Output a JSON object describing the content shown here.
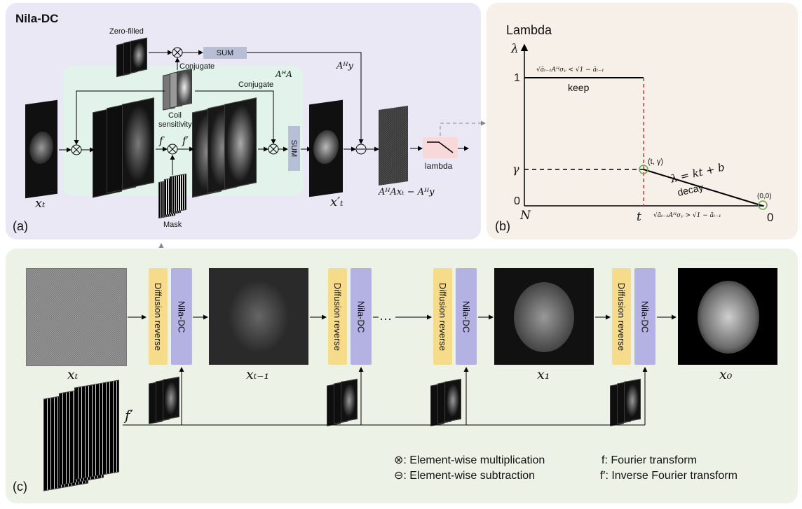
{
  "panels": {
    "a": {
      "label": "(a)",
      "title": "Nila-DC"
    },
    "b": {
      "label": "(b)"
    },
    "c": {
      "label": "(c)"
    }
  },
  "panel_a": {
    "zero_filled": "Zero-filled",
    "sum": "SUM",
    "conjugate": "Conjugate",
    "conjugate2": "Conjugate",
    "coil_sensitivity_1": "Coil",
    "coil_sensitivity_2": "sensitivity",
    "aha": "AᴴA",
    "ahy": "Aᴴy",
    "mask": "Mask",
    "f": "f",
    "f_prime": "f′",
    "sum_vertical": "SUM",
    "lambda": "lambda",
    "x_t": "xₜ",
    "x_prime_t": "x′ₜ",
    "residual": "AᴴAxₜ − Aᴴy"
  },
  "panel_b": {
    "title": "Lambda",
    "y_axis_symbol": "λ",
    "tick_1": "1",
    "tick_gamma": "γ",
    "tick_0": "0",
    "x_N": "N",
    "x_t": "t",
    "x_0": "0",
    "keep": "keep",
    "decay": "decay",
    "equation": "λ = kt + b",
    "point_t_gamma": "(t, γ)",
    "point_origin": "(0,0)",
    "cond_keep": "√āₜ₋₁Aᴴσᵧ < √1 − āₜ₋₁",
    "cond_decay": "√āₜ₋₁Aᴴσᵧ > √1 − āₜ₋₁"
  },
  "panel_c": {
    "diffusion_reverse": "Diffusion reverse",
    "nila_dc": "Nila-DC",
    "x_t": "xₜ",
    "x_t_minus_1": "xₜ₋₁",
    "x_1": "x₁",
    "x_0": "x₀",
    "f_prime": "f′",
    "ellipsis": "···"
  },
  "legend": {
    "mult": "⊗: Element-wise multiplication",
    "sub": "⊖:  Element-wise subtraction",
    "fourier": "f: Fourier transform",
    "inv_fourier": "f′: Inverse Fourier transform"
  },
  "colors": {
    "panel_a_bg": "#ebe8f6",
    "panel_b_bg": "#f7f0e8",
    "panel_c_bg": "#ecf3e6",
    "aha_bg": "#e1f3ea",
    "diffusion_reverse": "#f6dc8a",
    "nila_dc": "#b4b2e3",
    "red_dashed": "#e03030",
    "point_green": "#6aa84f"
  }
}
